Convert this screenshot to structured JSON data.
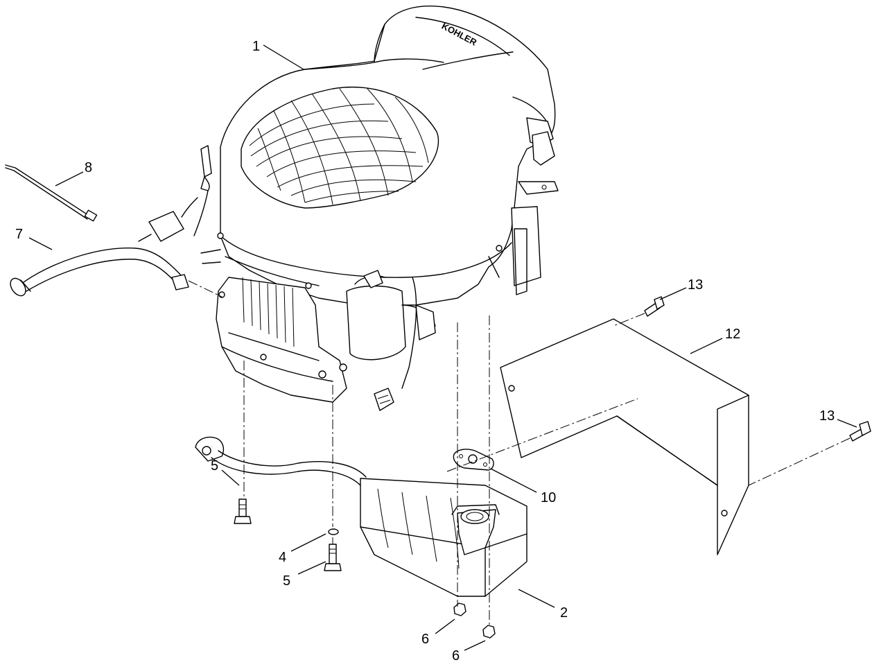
{
  "diagram": {
    "type": "exploded-parts-diagram",
    "brand_mark": "KOHLER",
    "callouts": [
      {
        "id": "c1",
        "label": "1"
      },
      {
        "id": "c8",
        "label": "8"
      },
      {
        "id": "c7",
        "label": "7"
      },
      {
        "id": "c13a",
        "label": "13"
      },
      {
        "id": "c12",
        "label": "12"
      },
      {
        "id": "c13b",
        "label": "13"
      },
      {
        "id": "c5a",
        "label": "5"
      },
      {
        "id": "c10",
        "label": "10"
      },
      {
        "id": "c4",
        "label": "4"
      },
      {
        "id": "c5b",
        "label": "5"
      },
      {
        "id": "c2",
        "label": "2"
      },
      {
        "id": "c6a",
        "label": "6"
      },
      {
        "id": "c6b",
        "label": "6"
      }
    ]
  }
}
